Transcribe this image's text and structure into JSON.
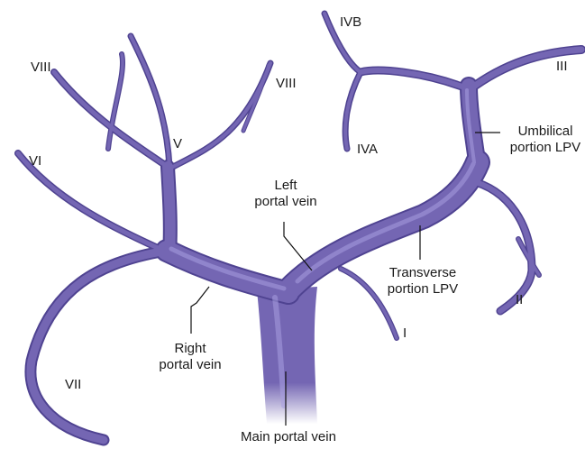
{
  "colors": {
    "vein": "#7466b3",
    "vein_dark": "#4f4391",
    "vein_light": "#a79ee0",
    "leader": "#111111"
  },
  "labels": {
    "viii_left": "VIII",
    "viii_right": "VIII",
    "v": "V",
    "vi": "VI",
    "vii": "VII",
    "ivb": "IVB",
    "iva": "IVA",
    "iii": "III",
    "ii": "II",
    "i": "I",
    "umbilical_1": "Umbilical",
    "umbilical_2": "portion LPV",
    "left_pv_1": "Left",
    "left_pv_2": "portal vein",
    "transverse_1": "Transverse",
    "transverse_2": "portion LPV",
    "right_pv_1": "Right",
    "right_pv_2": "portal vein",
    "main_pv": "Main portal vein"
  }
}
